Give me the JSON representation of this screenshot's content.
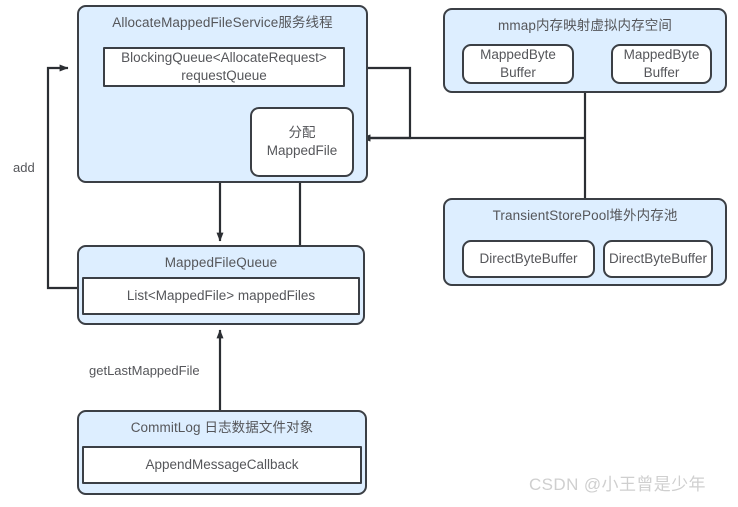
{
  "diagram": {
    "colors": {
      "group_fill": "#ddeeff",
      "stroke": "#3b3f45",
      "text": "#55565a",
      "page_bg": "#ffffff",
      "watermark": "#cfcfcf"
    },
    "groups": {
      "allocate_service": {
        "title": "AllocateMappedFileService服务线程",
        "request_queue": "BlockingQueue<AllocateRequest> requestQueue",
        "request_queue_line1": "BlockingQueue<AllocateRequest>",
        "request_queue_line2": "requestQueue",
        "alloc_box_line1": "分配",
        "alloc_box_line2": "MappedFile"
      },
      "mmap": {
        "title": "mmap内存映射虚拟内存空间",
        "buffer_left_line1": "MappedByte",
        "buffer_left_line2": "Buffer",
        "buffer_right_line1": "MappedByte",
        "buffer_right_line2": "Buffer"
      },
      "transient_store_pool": {
        "title": "TransientStorePool堆外内存池",
        "buffer_left": "DirectByteBuffer",
        "buffer_right": "DirectByteBuffer"
      },
      "mapped_file_queue": {
        "title": "MappedFileQueue",
        "mapped_files": "List<MappedFile> mappedFiles"
      },
      "commit_log": {
        "title": "CommitLog 日志数据文件对象",
        "callback": "AppendMessageCallback"
      }
    },
    "edges": {
      "add": "add",
      "get_last_mapped_file": "getLastMappedFile"
    },
    "watermark": "CSDN @小王曾是少年"
  }
}
